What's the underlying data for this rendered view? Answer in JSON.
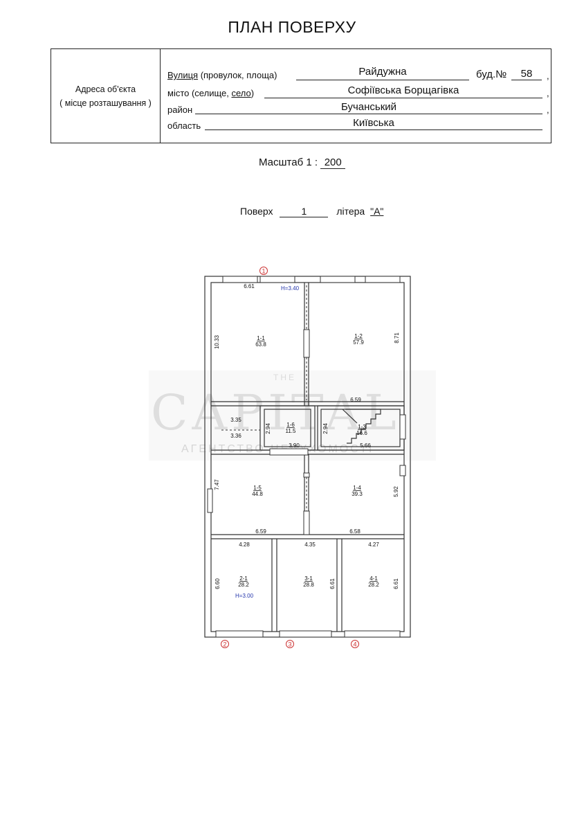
{
  "title": "ПЛАН ПОВЕРХУ",
  "address_label": [
    "Адреса об'єкта",
    "( місце розташування )"
  ],
  "street": {
    "label_underlined": "Вулиця",
    "label_rest": " (провулок, площа)",
    "value": "Райдужна",
    "bud_label": "буд.№",
    "bud_value": "58"
  },
  "city": {
    "label": "місто (селище, ",
    "label_underlined": "село",
    "label_end": ")",
    "value": "Софіївська Борщагівка"
  },
  "district": {
    "label": "район",
    "value": "Бучанський"
  },
  "region": {
    "label": "область",
    "value": "Київська"
  },
  "comma": ",",
  "scale": {
    "label": "Масштаб  1 :",
    "value": "200"
  },
  "floor": {
    "label": "Поверх",
    "value": "1",
    "litera_label": "літера",
    "litera_value": "\"А\""
  },
  "watermark": {
    "the": "THE",
    "main": "CAPITAL",
    "sub": "АГЕНТСТВО НЕРУХОМОСТІ"
  },
  "plan": {
    "height_top": "Н=3.40",
    "height_bottom": "Н=3.00",
    "axis_marks": [
      "1",
      "2",
      "3",
      "4"
    ],
    "rooms": [
      {
        "id": "1-1",
        "area": "63.8"
      },
      {
        "id": "1-2",
        "area": "57.9"
      },
      {
        "id": "1-6",
        "area": "11.5"
      },
      {
        "id": "1-3",
        "area": "16.6"
      },
      {
        "id": "1-5",
        "area": "44.8"
      },
      {
        "id": "1-4",
        "area": "39.3"
      },
      {
        "id": "2-1",
        "area": "28.2"
      },
      {
        "id": "3-1",
        "area": "28.8"
      },
      {
        "id": "4-1",
        "area": "28.2"
      }
    ],
    "dims": {
      "d661": "6.61",
      "d1033": "10.33",
      "d871": "8.71",
      "d659a": "6.59",
      "d335": "3.35",
      "d336": "3.36",
      "d294a": "2.94",
      "d294b": "2.94",
      "d390": "3.90",
      "d566": "5.66",
      "d747": "7.47",
      "d592": "5.92",
      "d659b": "6.59",
      "d658": "6.58",
      "d428": "4.28",
      "d435": "4.35",
      "d427": "4.27",
      "d660": "6.60",
      "d661b": "6.61",
      "d661c": "6.61"
    }
  }
}
